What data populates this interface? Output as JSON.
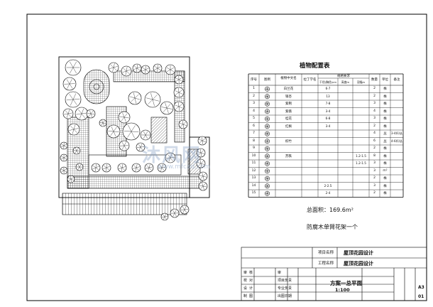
{
  "plant_table": {
    "title": "植物配置表",
    "headers": {
      "seq": "序号",
      "legend": "图例",
      "common_name": "植物中文名",
      "latin_name": "拉丁学名",
      "spec_group": "规格要求",
      "spec_cols": [
        "干径(胸径)cm",
        "高度m",
        "冠幅m"
      ],
      "qty": "数量",
      "unit": "单位",
      "remark": "备注"
    },
    "rows": [
      {
        "no": "1",
        "name": "白兰花",
        "dbh": "6-7",
        "height": "",
        "crown": "",
        "qty": "2",
        "unit": "株",
        "remark": ""
      },
      {
        "no": "2",
        "name": "银杏",
        "dbh": "13",
        "height": "",
        "crown": "",
        "qty": "2",
        "unit": "株",
        "remark": ""
      },
      {
        "no": "3",
        "name": "紫荆",
        "dbh": "7-8",
        "height": "",
        "crown": "",
        "qty": "3",
        "unit": "株",
        "remark": ""
      },
      {
        "no": "4",
        "name": "紫薇",
        "dbh": "3-4",
        "height": "",
        "crown": "",
        "qty": "4",
        "unit": "株",
        "remark": ""
      },
      {
        "no": "5",
        "name": "桂花",
        "dbh": "6-8",
        "height": "",
        "crown": "",
        "qty": "3",
        "unit": "株",
        "remark": ""
      },
      {
        "no": "6",
        "name": "红枫",
        "dbh": "3-4",
        "height": "",
        "crown": "",
        "qty": "2",
        "unit": "株",
        "remark": ""
      },
      {
        "no": "7",
        "name": "",
        "dbh": "",
        "height": "",
        "crown": "",
        "qty": "4",
        "unit": "丛",
        "remark": "3-4杆/丛"
      },
      {
        "no": "8",
        "name": "棕竹",
        "dbh": "",
        "height": "",
        "crown": "",
        "qty": "6",
        "unit": "丛",
        "remark": "4-6杆/丛"
      },
      {
        "no": "9",
        "name": "",
        "dbh": "",
        "height": "",
        "crown": "",
        "qty": "2",
        "unit": "株",
        "remark": ""
      },
      {
        "no": "10",
        "name": "苏铁",
        "dbh": "",
        "height": "",
        "crown": "1.2-1.5",
        "qty": "8",
        "unit": "株",
        "remark": ""
      },
      {
        "no": "11",
        "name": "",
        "dbh": "",
        "height": "",
        "crown": "1.2-1.5",
        "qty": "3",
        "unit": "株",
        "remark": ""
      },
      {
        "no": "12",
        "name": "",
        "dbh": "",
        "height": "",
        "crown": "",
        "qty": "3",
        "unit": "m²",
        "remark": ""
      },
      {
        "no": "13",
        "name": "",
        "dbh": "",
        "height": "",
        "crown": "",
        "qty": "2",
        "unit": "株",
        "remark": ""
      },
      {
        "no": "14",
        "name": "",
        "dbh": "2-2.5",
        "height": "",
        "crown": "",
        "qty": "3",
        "unit": "株",
        "remark": ""
      },
      {
        "no": "15",
        "name": "",
        "dbh": "2-4",
        "height": "",
        "crown": "",
        "qty": "2",
        "unit": "株",
        "remark": ""
      }
    ]
  },
  "notes": {
    "area": "总面积：169.6m²",
    "pergola": "防腐木单臂花架一个"
  },
  "title_block": {
    "project_name_label": "项目名称",
    "project_name": "屋顶花园设计",
    "engineering_name_label": "工程名称",
    "engineering_name": "屋顶花园设计",
    "left_labels": [
      "审",
      "校",
      "设",
      "制"
    ],
    "left_labels2": [
      "核",
      "对",
      "计",
      "图"
    ],
    "mid_labels": [
      "审",
      "项目负责",
      "专业负责",
      "出图日期"
    ],
    "drawing_title": "方案一总平面",
    "scale": "1:100",
    "sheet_size": "A3",
    "sheet_no": "01"
  },
  "watermark": {
    "text": "沐风网",
    "url": "www.mfcad.com"
  }
}
